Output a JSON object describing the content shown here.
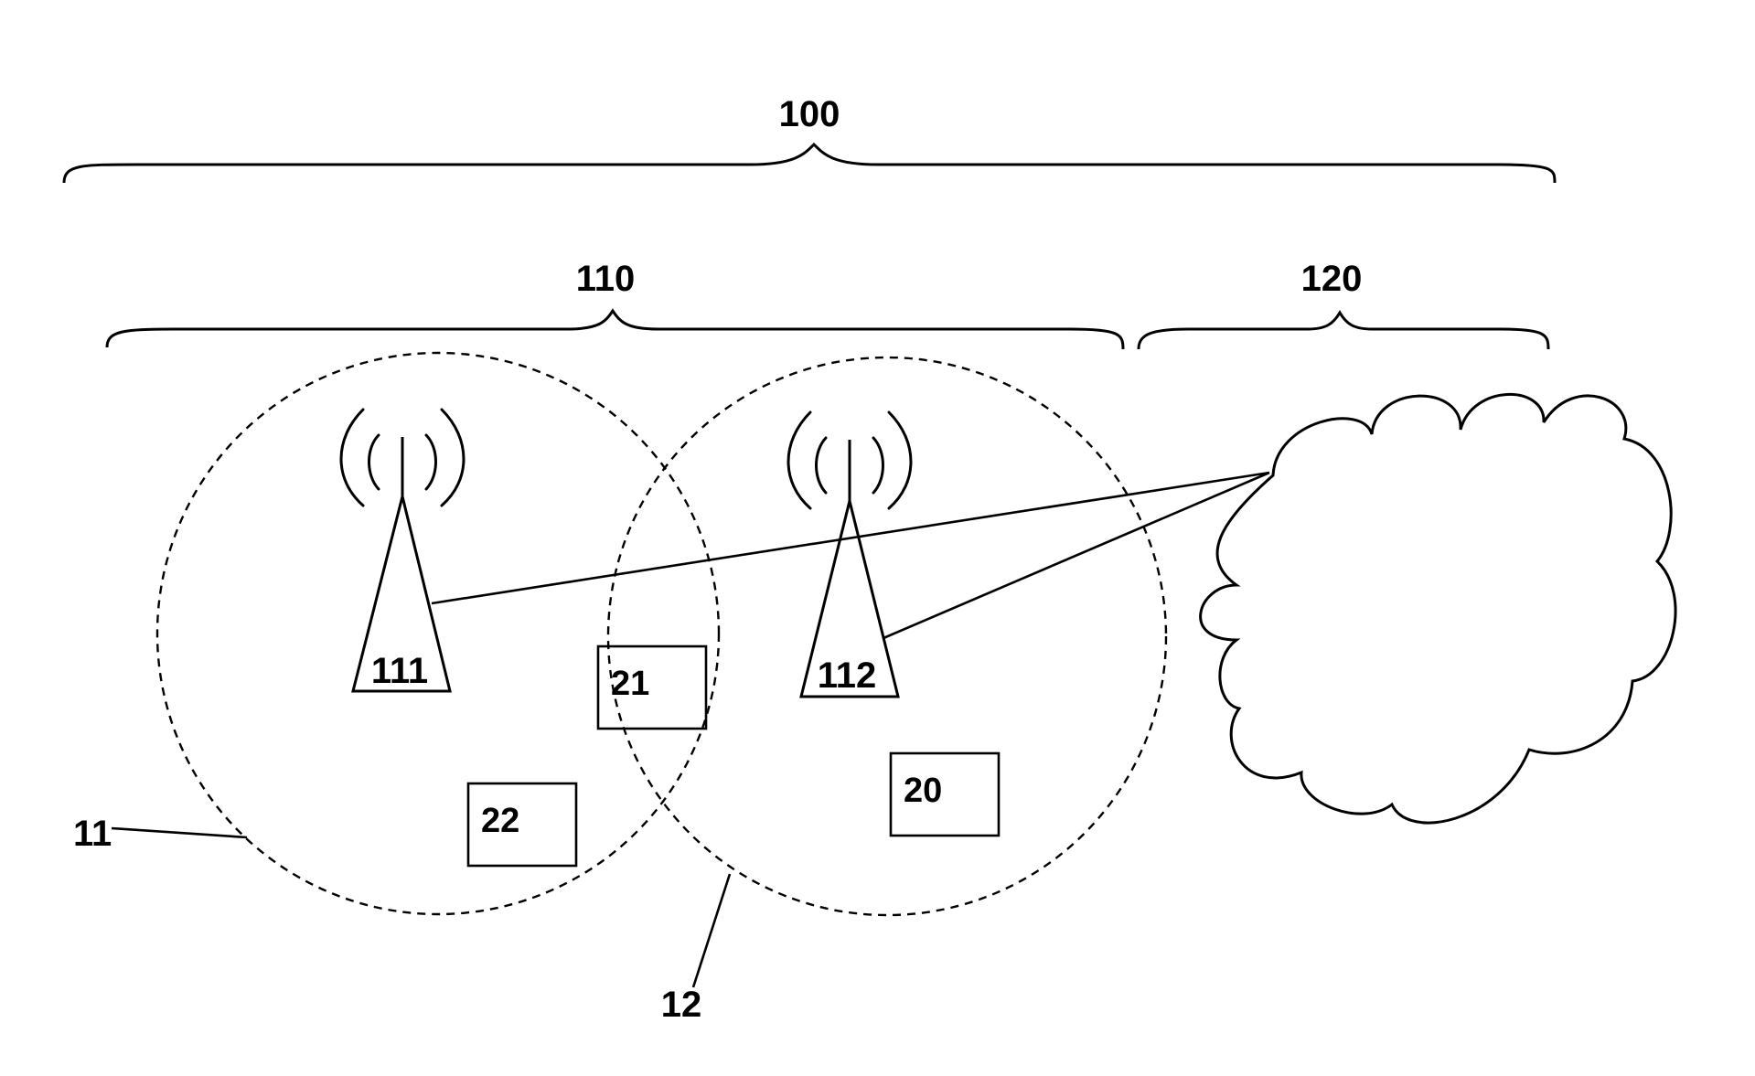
{
  "labels": {
    "system": "100",
    "radio_access_network": "110",
    "core_network": "120",
    "base_station_1": "111",
    "base_station_2": "112",
    "cell_1": "11",
    "cell_2": "12",
    "device_20": "20",
    "device_21": "21",
    "device_22": "22"
  },
  "colors": {
    "line": "#000000",
    "background": "#ffffff"
  }
}
